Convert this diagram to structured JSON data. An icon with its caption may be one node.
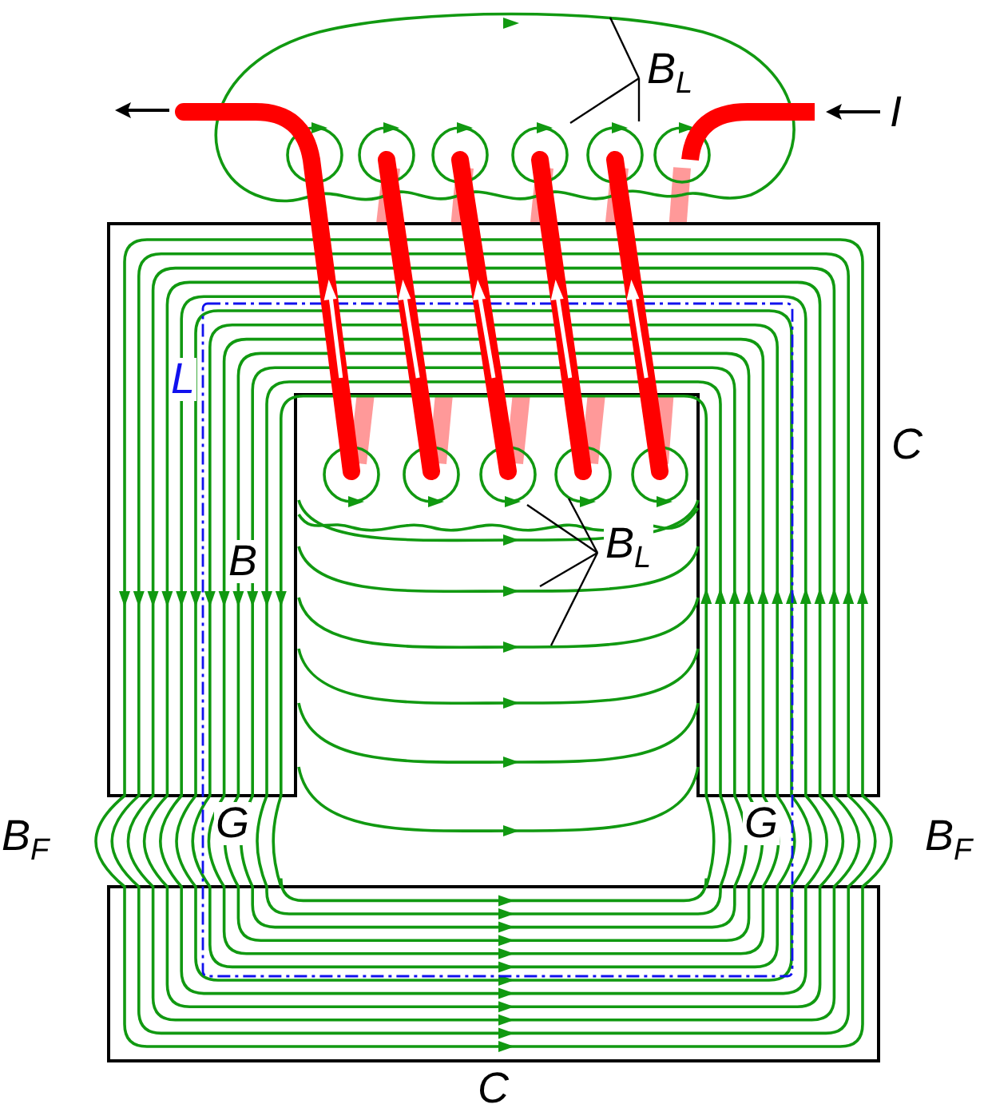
{
  "diagram": {
    "nodes": [
      {
        "text": [
          "B$_{L}$"
        ]
      },
      {
        "text": [
          "B$_{L}$"
        ]
      }
    ],
    "edges": [
      {
        "from": 0,
        "to": null,
        "arrow": "none"
      },
      {
        "from": 0,
        "to": null,
        "arrow": "none"
      },
      {
        "from": 0,
        "to": null,
        "arrow": "none"
      },
      {
        "from": 1,
        "to": null,
        "arrow": "none"
      },
      {
        "from": 1,
        "to": null,
        "arrow": "none"
      },
      {
        "from": 1,
        "to": null,
        "arrow": "none"
      },
      {
        "from": 1,
        "to": null,
        "arrow": "none"
      }
    ],
    "labels": [
      "I",
      "L",
      "C",
      "B",
      "B$_{F}$",
      "G",
      "G",
      "B$_{F}$",
      "C"
    ]
  }
}
